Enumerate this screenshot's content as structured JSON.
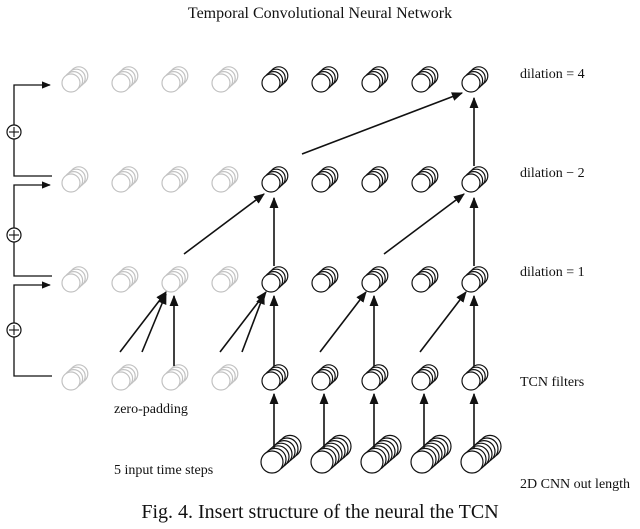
{
  "title": "Temporal Convolutional Neural Network",
  "layer_labels": [
    "dilation = 4",
    "dilation − 2",
    "dilation = 1"
  ],
  "annotations": {
    "tcn_filters": "TCN filters",
    "zero_padding": "zero-padding",
    "input_steps": "5 input time steps",
    "cnn_out_length": "2D CNN out length"
  },
  "caption": "Fig. 4. Insert structure of the neural the TCN",
  "residual_symbol": "⊕",
  "colors": {
    "active": "#111111",
    "padding": "#c2c2c2"
  }
}
